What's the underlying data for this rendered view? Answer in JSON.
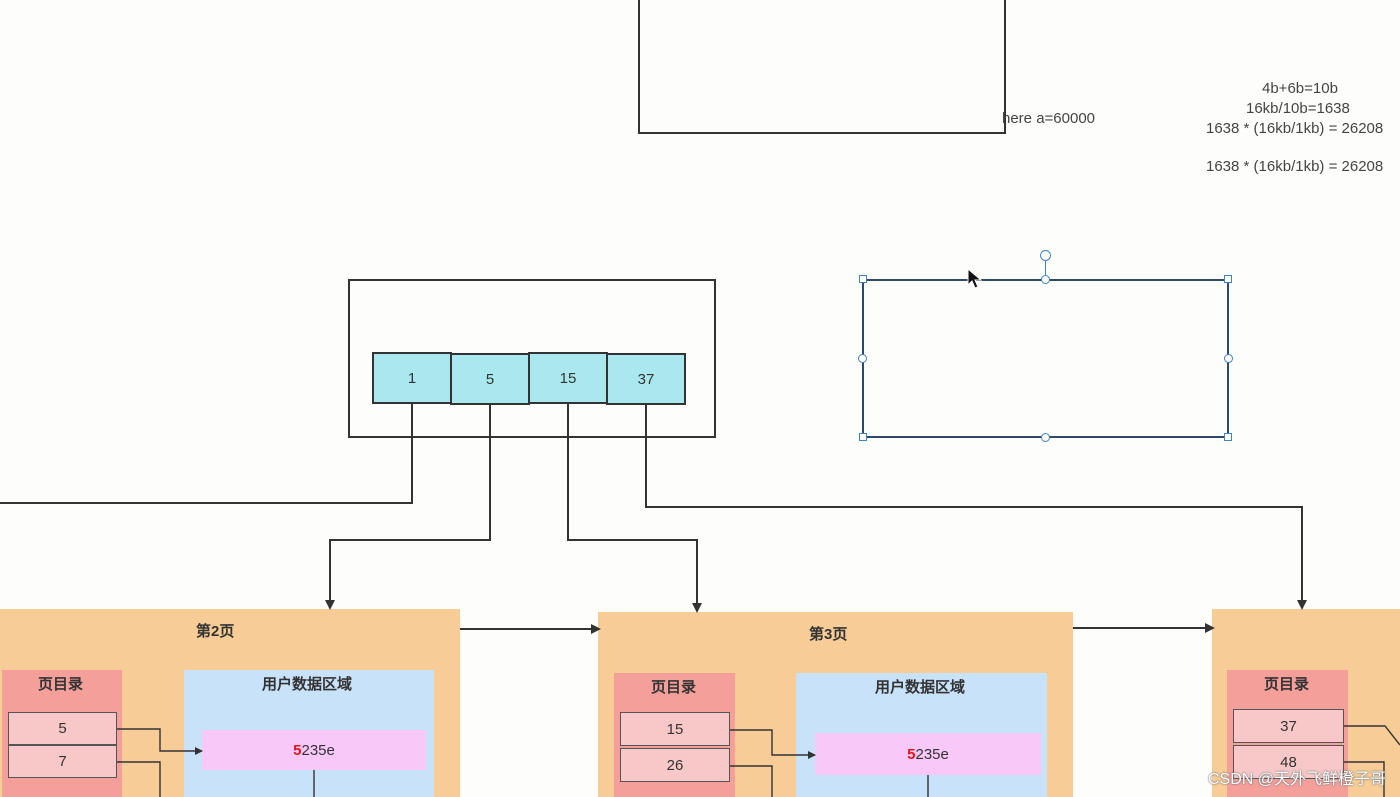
{
  "calc": {
    "line1": "4b+6b=10b",
    "line2": "16kb/10b=1638",
    "line3": "1638 * (16kb/1kb) = 26208",
    "line4": "1638 * (16kb/1kb) = 26208"
  },
  "where_text": "here a=60000",
  "root_node": {
    "keys": [
      "1",
      "5",
      "15",
      "37"
    ]
  },
  "pages": [
    {
      "title": "第2页",
      "directory_title": "页目录",
      "directory_keys": [
        "5",
        "7"
      ],
      "data_title": "用户数据区域",
      "record_lead": "5",
      "record_rest": "235e"
    },
    {
      "title": "第3页",
      "directory_title": "页目录",
      "directory_keys": [
        "15",
        "26"
      ],
      "data_title": "用户数据区域",
      "record_lead": "5",
      "record_rest": "235e"
    },
    {
      "directory_title": "页目录",
      "directory_keys": [
        "37",
        "48"
      ]
    }
  ],
  "watermark": "CSDN @天外飞鲜橙子哥",
  "colors": {
    "page_bg": "#f7cc96",
    "directory_bg": "#f49f9a",
    "directory_cell_bg": "#f8c8c8",
    "data_area_bg": "#c8e2fa",
    "record_bg": "#f8c8f8",
    "key_cell_bg": "#a8e8ee",
    "record_lead_color": "#e0141e",
    "selection_handle": "#3f82c4"
  }
}
